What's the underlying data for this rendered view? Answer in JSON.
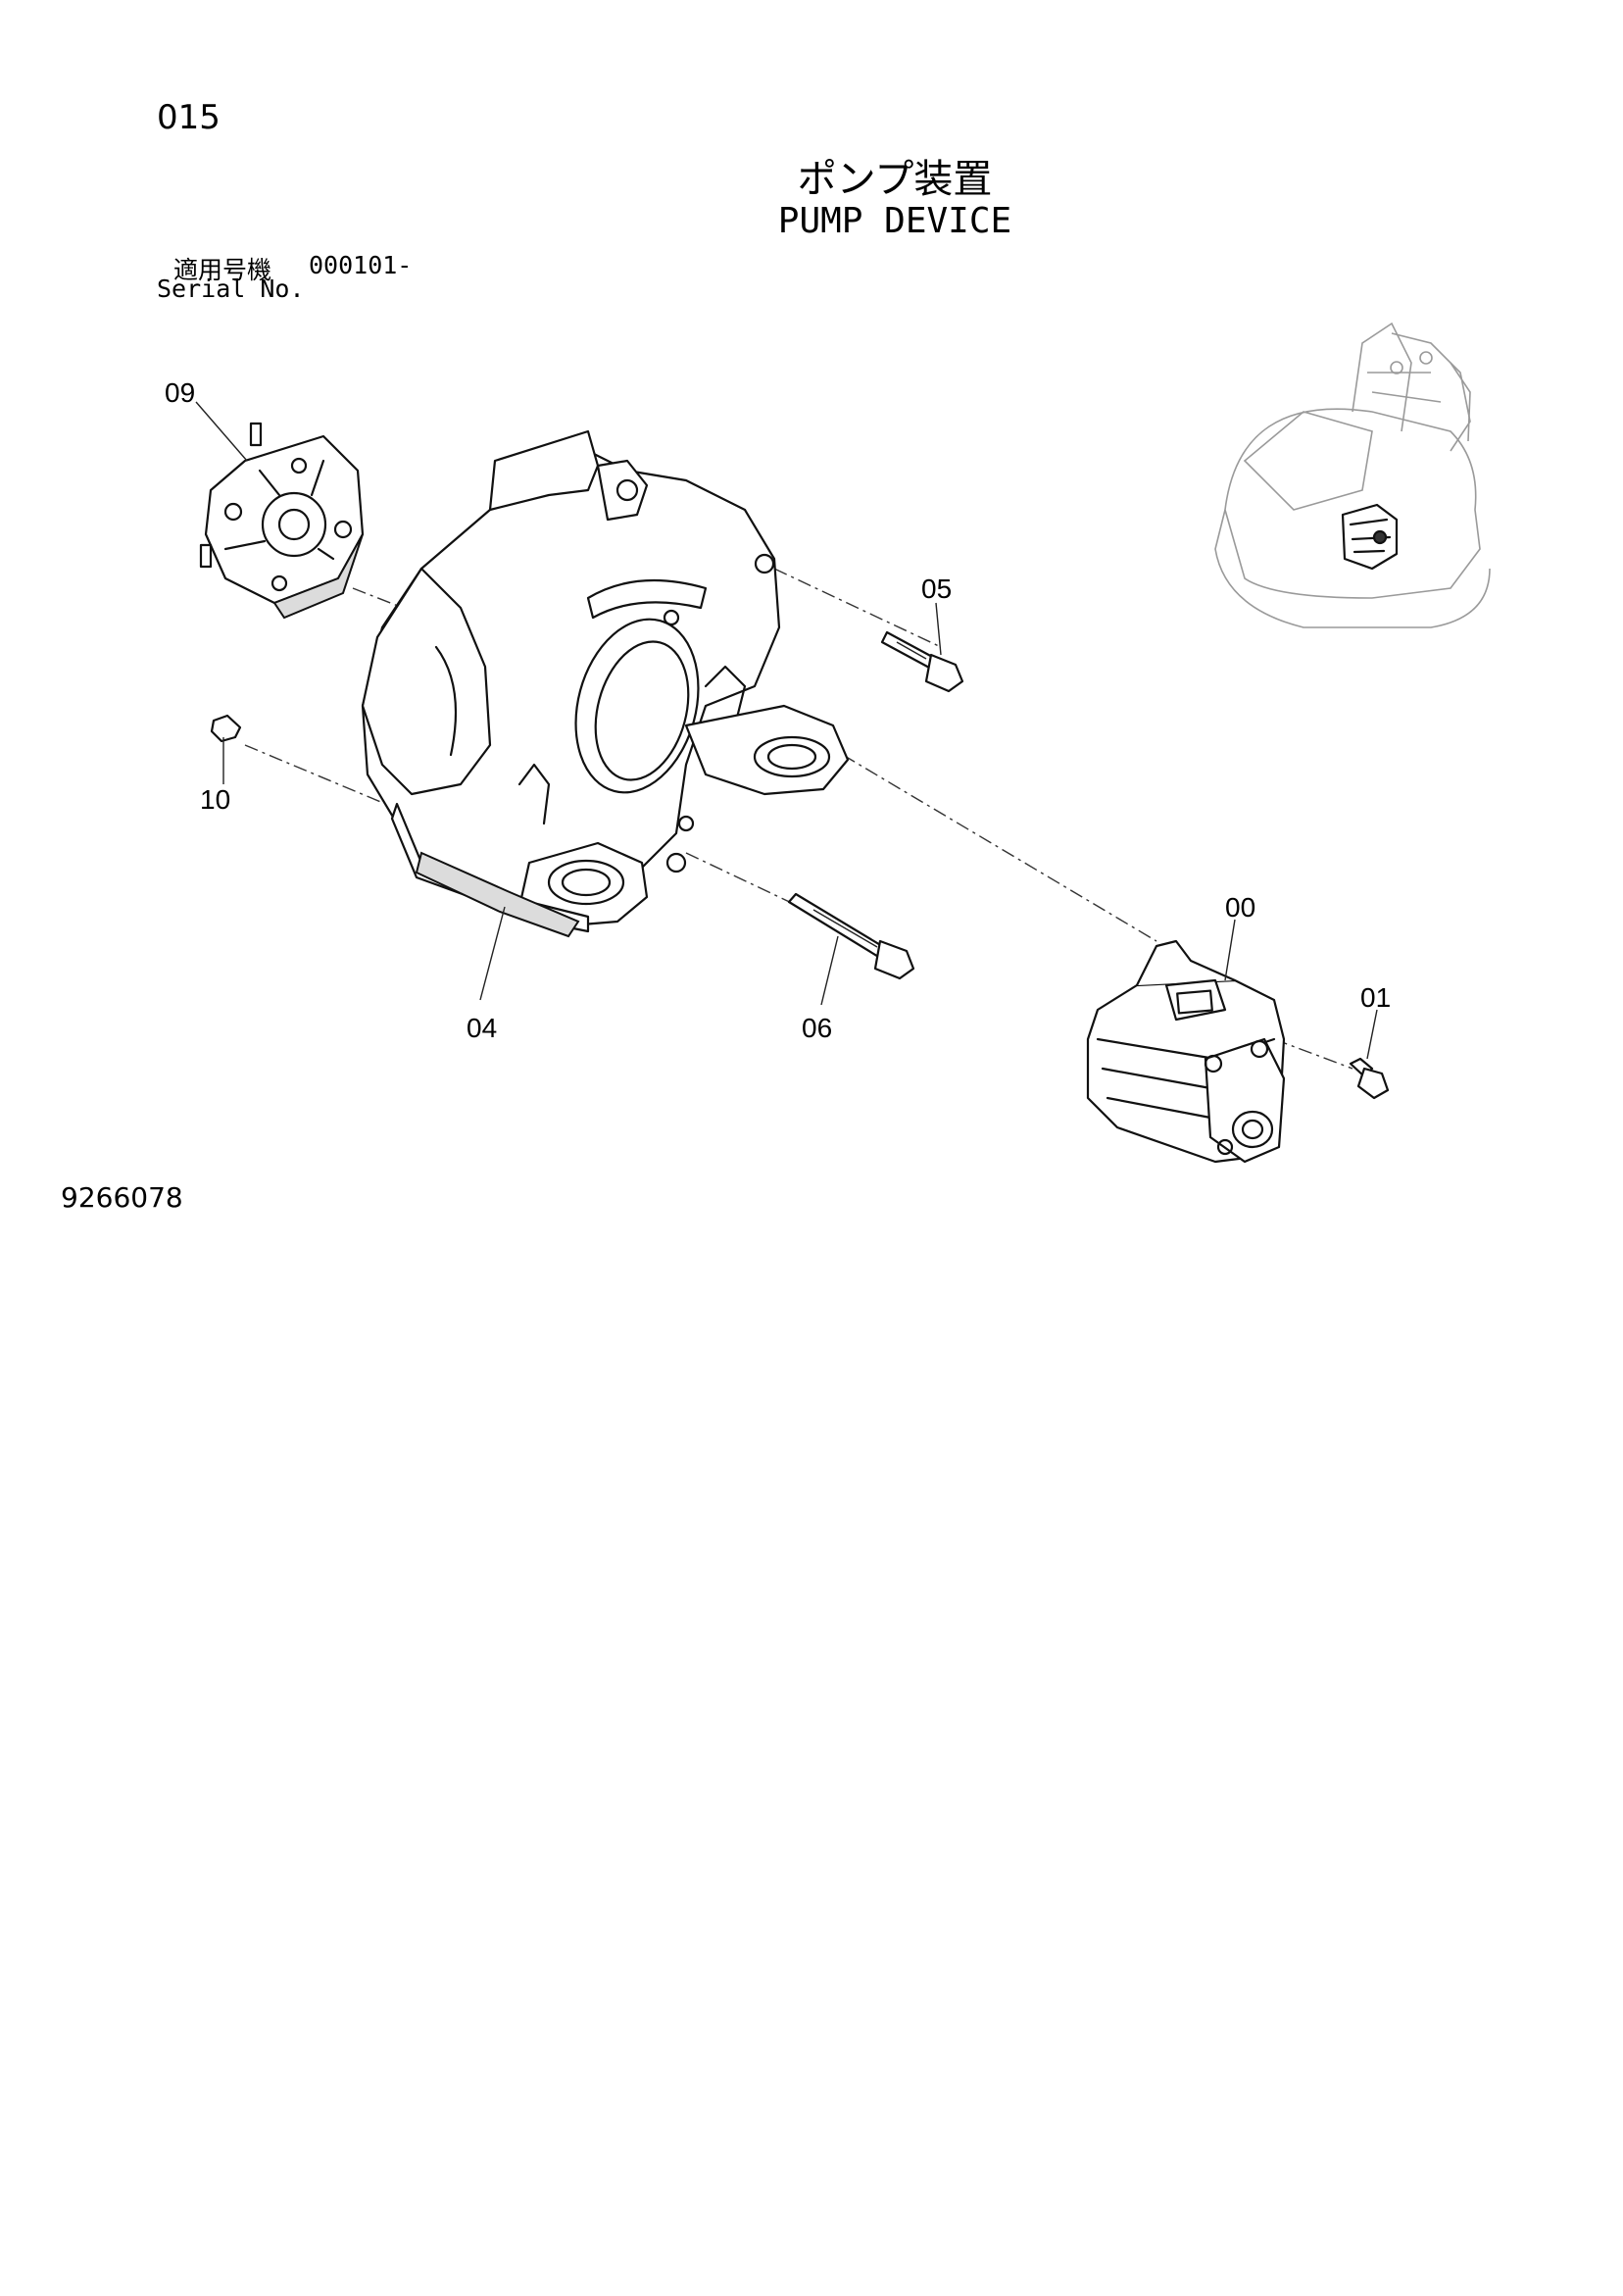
{
  "header": {
    "page_number": "015",
    "title_jp": "ポンプ装置",
    "title_en": "PUMP DEVICE",
    "serial_label_jp": "適用号機",
    "serial_value": "000101-",
    "serial_label_en": "Serial No."
  },
  "callouts": {
    "c09": "09",
    "c05": "05",
    "c10": "10",
    "c00": "00",
    "c01": "01",
    "c04": "04",
    "c06": "06"
  },
  "footer": {
    "drawing_number": "9266078"
  }
}
